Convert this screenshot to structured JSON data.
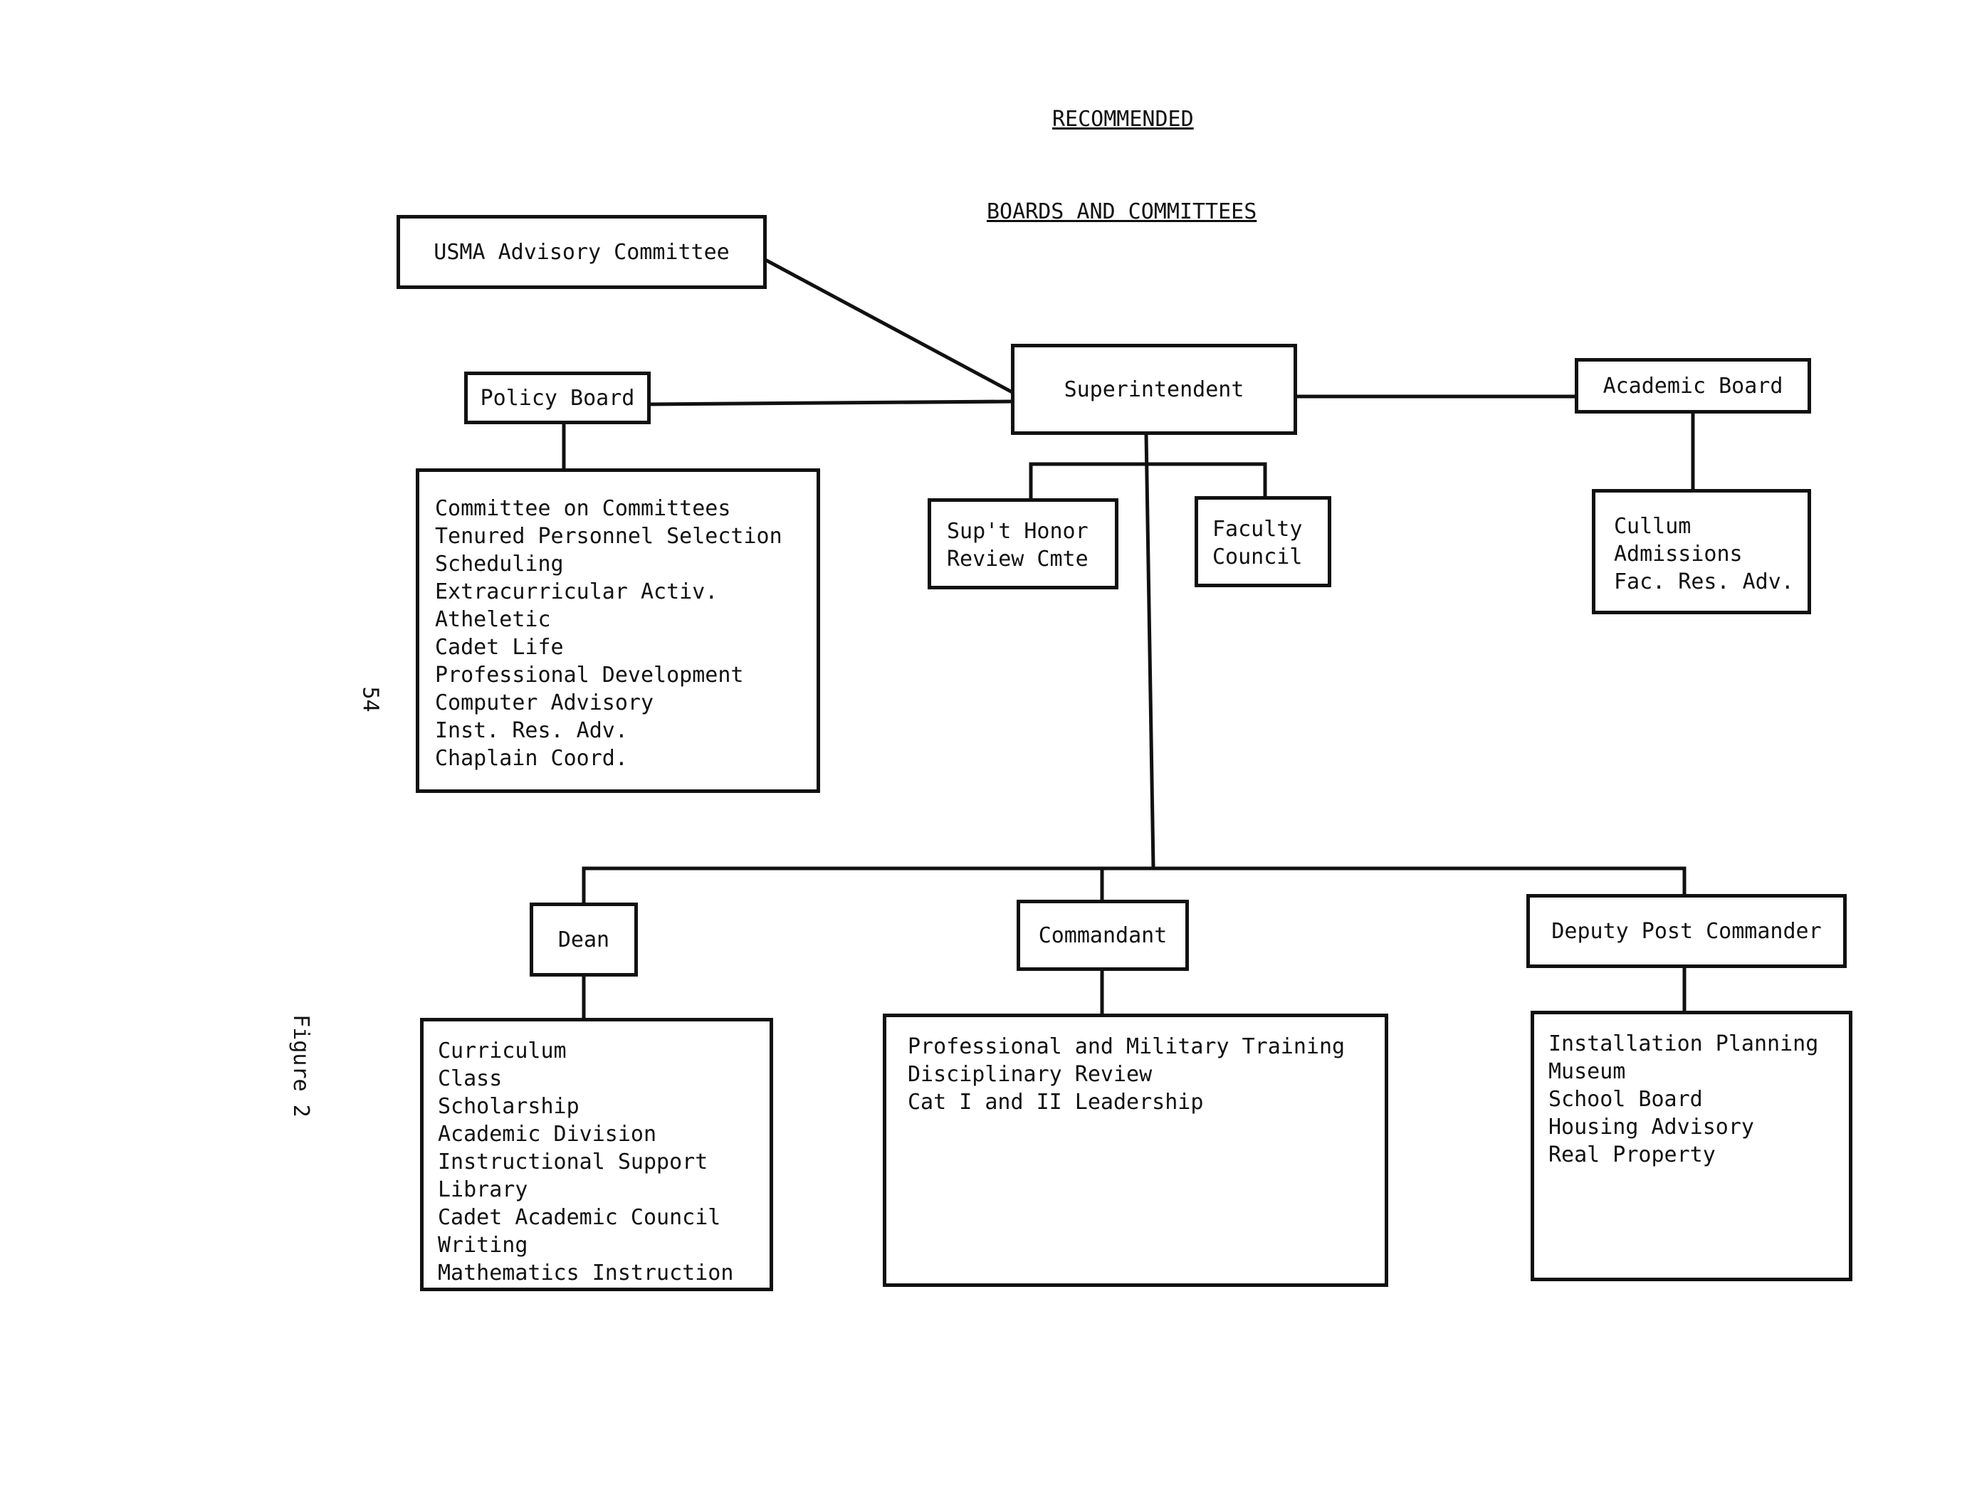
{
  "header": {
    "line1": "RECOMMENDED",
    "line2": "BOARDS AND COMMITTEES"
  },
  "page_number": "54",
  "figure_label": "Figure 2",
  "nodes": {
    "advisory": "USMA Advisory Committee",
    "superintendent": "Superintendent",
    "policy_board": "Policy Board",
    "academic_board": "Academic Board",
    "honor_review": [
      "Sup't Honor",
      "Review Cmte"
    ],
    "faculty_council": [
      "Faculty",
      "Council"
    ],
    "dean": "Dean",
    "commandant": "Commandant",
    "deputy": "Deputy Post Commander"
  },
  "lists": {
    "policy": [
      "Committee on Committees",
      "Tenured Personnel Selection",
      "Scheduling",
      "Extracurricular Activ.",
      "Atheletic",
      "Cadet Life",
      "Professional Development",
      "Computer Advisory",
      "Inst. Res. Adv.",
      "Chaplain Coord."
    ],
    "academic": [
      "Cullum",
      "Admissions",
      "Fac. Res. Adv."
    ],
    "dean": [
      "Curriculum",
      "Class",
      "Scholarship",
      "Academic Division",
      "Instructional Support",
      "Library",
      "Cadet Academic Council",
      "Writing",
      "Mathematics Instruction"
    ],
    "commandant": [
      "Professional and Military Training",
      "Disciplinary Review",
      "Cat I and II Leadership"
    ],
    "deputy": [
      "Installation Planning",
      "Museum",
      "School Board",
      "Housing Advisory",
      "Real Property"
    ]
  }
}
